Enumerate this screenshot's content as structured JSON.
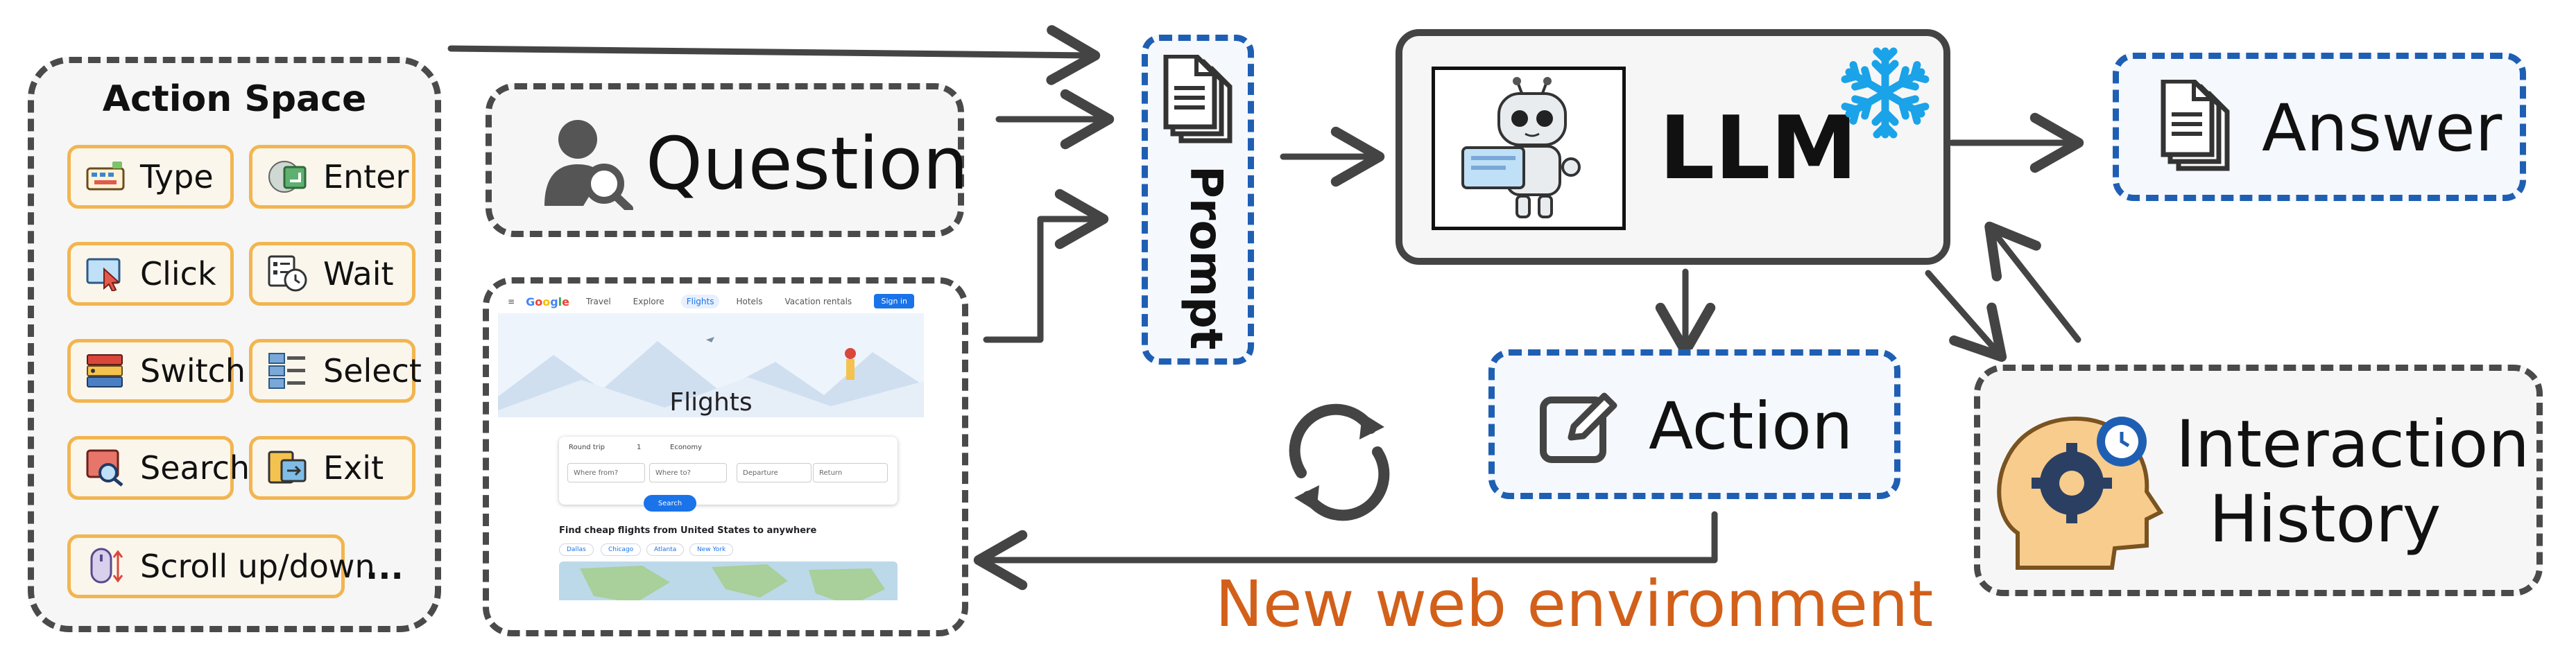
{
  "action_space": {
    "title": "Action Space",
    "actions": [
      {
        "label": "Type",
        "icon": "keyboard-icon"
      },
      {
        "label": "Enter",
        "icon": "enter-key-icon"
      },
      {
        "label": "Click",
        "icon": "mouse-click-icon"
      },
      {
        "label": "Wait",
        "icon": "clock-wait-icon"
      },
      {
        "label": "Switch",
        "icon": "switch-tabs-icon"
      },
      {
        "label": "Select",
        "icon": "select-list-icon"
      },
      {
        "label": "Search",
        "icon": "magnifier-search-icon"
      },
      {
        "label": "Exit",
        "icon": "exit-icon"
      },
      {
        "label": "Scroll up/down",
        "icon": "scroll-mouse-icon"
      }
    ],
    "more": "..."
  },
  "question": {
    "label": "Question",
    "icon": "user-search-icon"
  },
  "prompt": {
    "label": "Prompt",
    "icon": "document-stack-icon"
  },
  "llm": {
    "label": "LLM",
    "icon_robot": "robot-icon",
    "icon_frozen": "snowflake-icon"
  },
  "answer": {
    "label": "Answer",
    "icon": "document-stack-icon"
  },
  "action": {
    "label": "Action",
    "icon": "edit-icon"
  },
  "history": {
    "line1": "Interaction",
    "line2": "History",
    "icon": "head-gear-icon"
  },
  "loop_icon": "refresh-cycle-icon",
  "new_env_label": "New web environment",
  "browser": {
    "tabs": [
      "Travel",
      "Explore",
      "Flights",
      "Hotels",
      "Vacation rentals"
    ],
    "active_tab": "Flights",
    "sign_in": "Sign in",
    "title": "Flights",
    "trip_type": "Round trip",
    "passengers": "1",
    "cabin": "Economy",
    "where_from": "Where from?",
    "where_to": "Where to?",
    "departure": "Departure",
    "return": "Return",
    "search": "Search",
    "find_text": "Find cheap flights from United States to anywhere",
    "cities": [
      "Dallas",
      "Chicago",
      "Atlanta",
      "New York"
    ]
  },
  "colors": {
    "accent_blue": "#1f5fb3",
    "orange_chip": "#f2b550",
    "env_text": "#d2601a",
    "snowflake": "#1aa3e8",
    "dark": "#444444"
  }
}
